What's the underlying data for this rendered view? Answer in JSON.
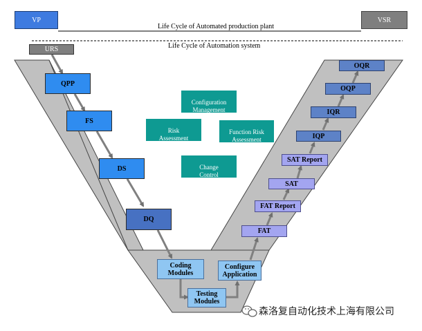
{
  "header": {
    "vp": "VP",
    "vsr": "VSR",
    "plant_lifecycle": "Life Cycle of Automated production plant",
    "system_lifecycle": "Life Cycle of Automation system",
    "urs": "URS"
  },
  "left_branch": {
    "qpp": "QPP",
    "fs": "FS",
    "ds": "DS",
    "dq": "DQ"
  },
  "bottom": {
    "coding_line1": "Coding",
    "coding_line2": "Modules",
    "testing_line1": "Testing",
    "testing_line2": "Modules",
    "configure_line1": "Configure",
    "configure_line2": "Application"
  },
  "right_branch": {
    "fat": "FAT",
    "fat_report": "FAT Report",
    "sat": "SAT",
    "sat_report": "SAT Report",
    "iqp": "IQP",
    "iqr": "IQR",
    "oqp": "OQP",
    "oqr": "OQR"
  },
  "center": {
    "config_mgmt_line1": "Configuration",
    "config_mgmt_line2": "Management",
    "risk_line1": "Risk",
    "risk_line2": "Assessment",
    "function_risk_line1": "Function Risk",
    "function_risk_line2": "Assessment",
    "change_line1": "Change",
    "change_line2": "Control"
  },
  "watermark": {
    "text": "森洛复自动化技术上海有限公司",
    "icon": "wechat-icon"
  },
  "colors": {
    "band_fill": "#c0c0c0",
    "teal": "#0e9a92",
    "vp_blue": "#3e7be0",
    "left_box_blue": "#2f8cf0",
    "dq_blue": "#4771c2",
    "right_box_purple": "#a3a5f0",
    "right_box_steel": "#5d82c7",
    "bottom_box_light": "#8fc6f2",
    "arrow_gray": "#808080"
  }
}
